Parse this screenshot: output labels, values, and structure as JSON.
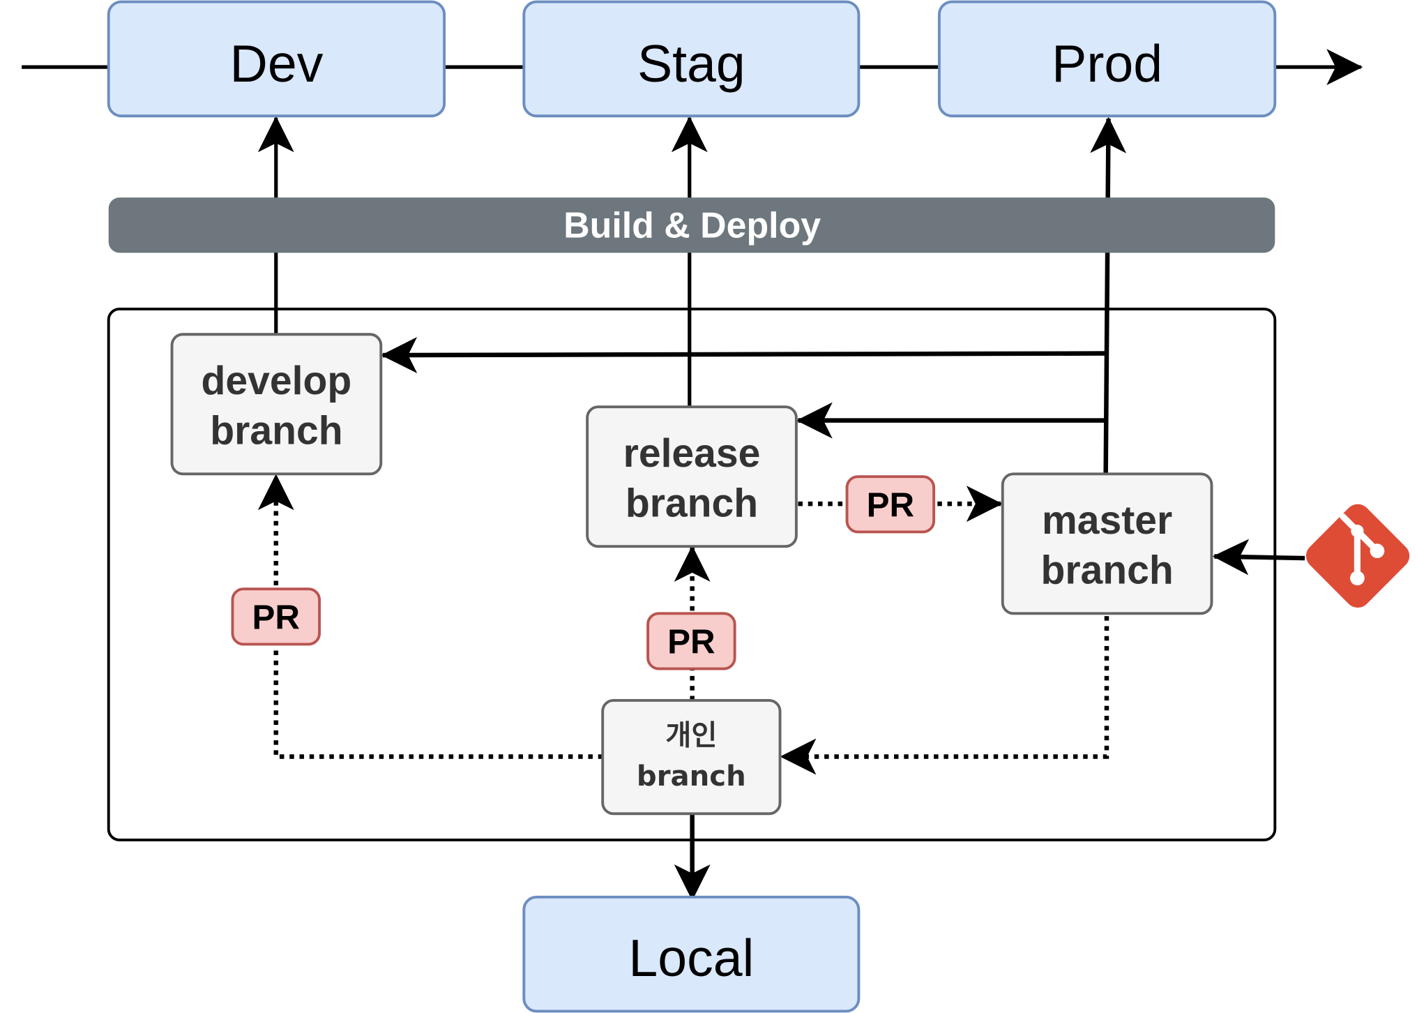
{
  "environments": {
    "dev": "Dev",
    "stag": "Stag",
    "prod": "Prod",
    "local": "Local"
  },
  "pipeline": {
    "label": "Build & Deploy"
  },
  "branches": {
    "develop": {
      "line1": "develop",
      "line2": "branch"
    },
    "release": {
      "line1": "release",
      "line2": "branch"
    },
    "master": {
      "line1": "master",
      "line2": "branch"
    },
    "personal": {
      "line1": "개인",
      "line2": "branch"
    }
  },
  "pull_requests": {
    "develop_pr": "PR",
    "release_pr": "PR",
    "master_pr": "PR"
  },
  "icons": {
    "git": "git-logo-icon"
  },
  "colors": {
    "env_fill": "#dae8fc",
    "env_stroke": "#6c8ebf",
    "band_fill": "#6d777d",
    "branch_fill": "#f5f5f5",
    "branch_stroke": "#666666",
    "pr_fill": "#f8cecc",
    "pr_stroke": "#b85450",
    "git_red": "#de4c36"
  }
}
